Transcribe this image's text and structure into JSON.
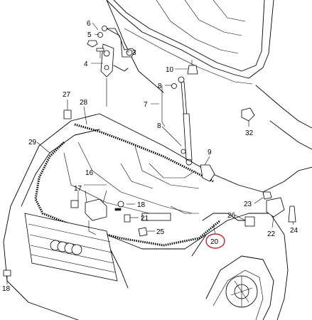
{
  "callouts": [
    {
      "id": "c6",
      "text": "6"
    },
    {
      "id": "c5",
      "text": "5"
    },
    {
      "id": "c3",
      "text": "3"
    },
    {
      "id": "c4",
      "text": "4"
    },
    {
      "id": "c10",
      "text": "10"
    },
    {
      "id": "c8a",
      "text": "8"
    },
    {
      "id": "c7",
      "text": "7"
    },
    {
      "id": "c8b",
      "text": "8"
    },
    {
      "id": "c27",
      "text": "27"
    },
    {
      "id": "c28",
      "text": "28"
    },
    {
      "id": "c32",
      "text": "32"
    },
    {
      "id": "c29",
      "text": "29"
    },
    {
      "id": "c9",
      "text": "9"
    },
    {
      "id": "c16",
      "text": "16"
    },
    {
      "id": "c17",
      "text": "17"
    },
    {
      "id": "c18a",
      "text": "18"
    },
    {
      "id": "c21",
      "text": "21"
    },
    {
      "id": "c25",
      "text": "25"
    },
    {
      "id": "c23",
      "text": "23"
    },
    {
      "id": "c26",
      "text": "26"
    },
    {
      "id": "c22",
      "text": "22"
    },
    {
      "id": "c24",
      "text": "24"
    },
    {
      "id": "c20",
      "text": "20"
    },
    {
      "id": "c18b",
      "text": "18"
    }
  ],
  "highlight": {
    "callout": "20",
    "color": "#c0282d"
  }
}
